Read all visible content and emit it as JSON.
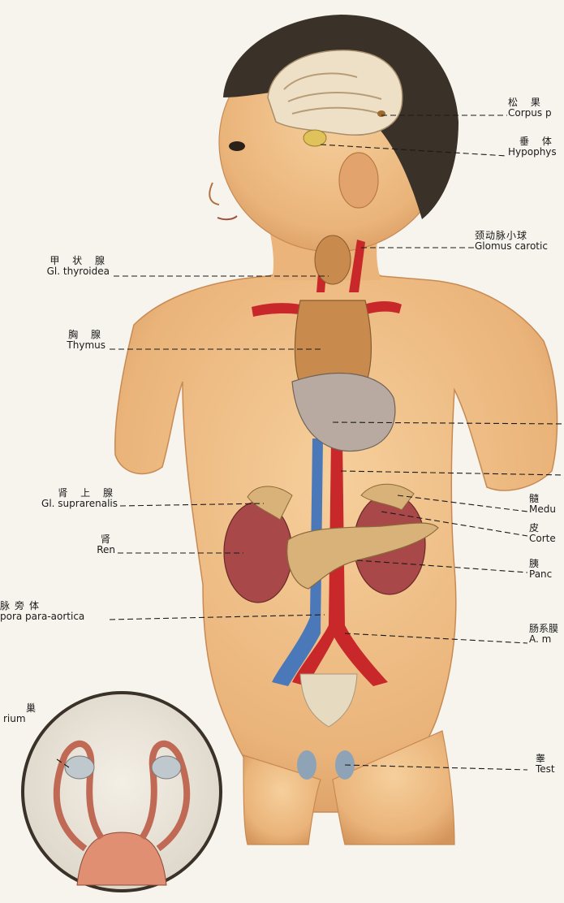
{
  "labels": {
    "pineal": {
      "cn": "松 果",
      "la": "Corpus p"
    },
    "hypophysis": {
      "cn": "垂 体",
      "la": "Hypophys"
    },
    "glomus": {
      "cn": "颈动脉小球",
      "la": "Glomus carotic"
    },
    "thyroid": {
      "cn": "甲 状 腺",
      "la": "Gl. thyroidea"
    },
    "thymus": {
      "cn": "胸 腺",
      "la": "Thymus"
    },
    "suprarenal": {
      "cn": "肾 上 腺",
      "la": "Gl. suprarenalis"
    },
    "ren": {
      "cn": "肾",
      "la": "Ren"
    },
    "para_aortica": {
      "cn": "脉旁体",
      "la": "pora para-aortica"
    },
    "ovarium": {
      "cn": "巢",
      "la": "rium"
    },
    "medulla": {
      "cn": "髓",
      "la": "Medu"
    },
    "cortex": {
      "cn": "皮",
      "la": "Corte"
    },
    "pancreas": {
      "cn": "胰",
      "la": "Panc"
    },
    "mesenteric": {
      "cn": "肠系膜",
      "la": "A. m"
    },
    "testis": {
      "cn": "睾",
      "la": "Test"
    }
  },
  "colors": {
    "skin": "#f0c08a",
    "skin_shadow": "#d79a62",
    "hair": "#3a3128",
    "artery": "#c8282a",
    "vein": "#4a78b8",
    "gland": "#c98a4e",
    "heart": "#b8aaa0",
    "kidney": "#a84848",
    "pancreas": "#d9b27a"
  }
}
